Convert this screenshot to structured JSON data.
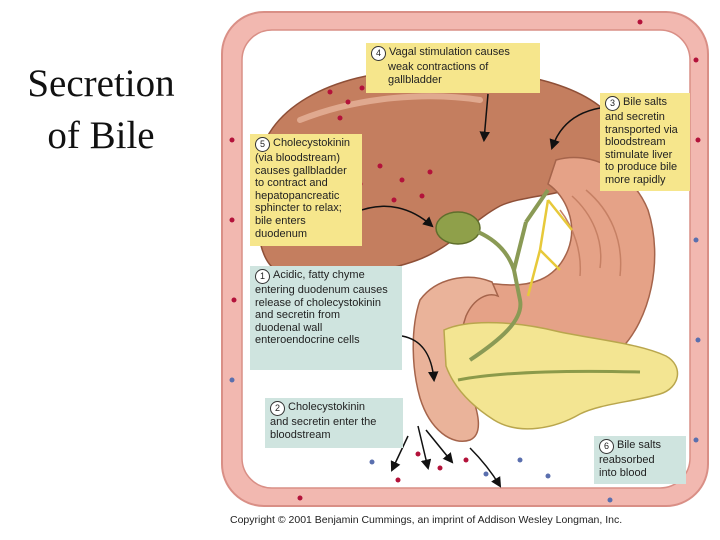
{
  "title": {
    "line1": "Secretion",
    "line2": "of Bile"
  },
  "steps": [
    {
      "num": "1",
      "lines": [
        "Acidic, fatty chyme",
        "entering duodenum causes",
        "release of cholecystokinin",
        "and secretin from",
        "duodenal wall",
        "enteroendocrine cells"
      ]
    },
    {
      "num": "2",
      "lines": [
        "Cholecystokinin",
        "and secretin enter the",
        "bloodstream"
      ]
    },
    {
      "num": "3",
      "lines": [
        "Bile salts",
        "and secretin",
        "transported via",
        "bloodstream",
        "stimulate liver",
        "to produce bile",
        "more rapidly"
      ]
    },
    {
      "num": "4",
      "lines": [
        "Vagal stimulation causes",
        "weak contractions of",
        "gallbladder"
      ]
    },
    {
      "num": "5",
      "lines": [
        "Cholecystokinin",
        "(via bloodstream)",
        "causes gallbladder",
        "to contract and",
        "hepatopancreatic",
        "sphincter to relax;",
        "bile enters",
        "duodenum"
      ]
    },
    {
      "num": "6",
      "lines": [
        "Bile salts",
        "reabsorbed",
        "into blood"
      ]
    }
  ],
  "copyright": "Copyright © 2001 Benjamin Cummings, an imprint of Addison Wesley Longman, Inc.",
  "colors": {
    "vessel": "#f2b8b0",
    "liver": "#c47e5f",
    "stomach": "#e5a287",
    "pancreas": "#f3e592",
    "yellow_box": "#f6e68c",
    "teal_box": "#cfe4df",
    "red_dot": "#b3123a",
    "blue_dot": "#5a6fae"
  }
}
